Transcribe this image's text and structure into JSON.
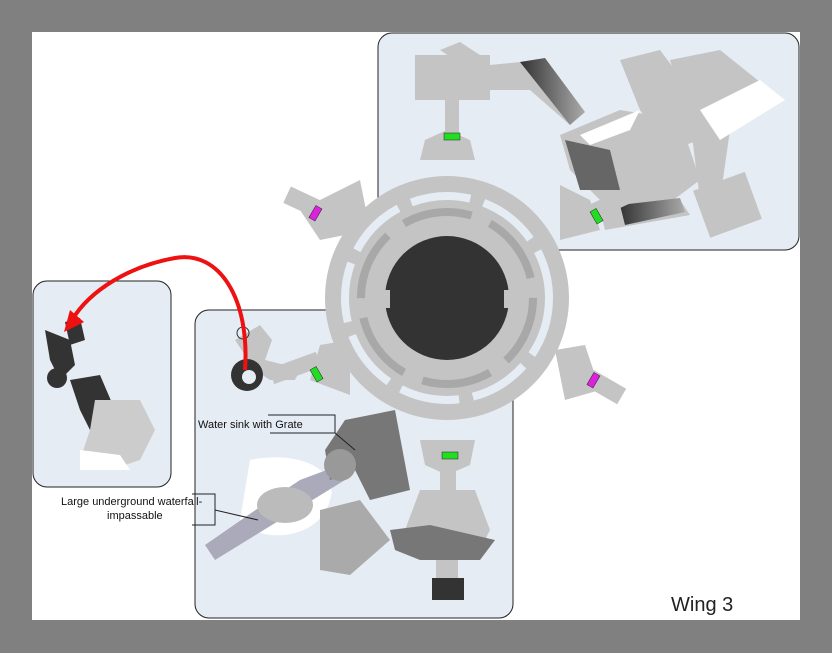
{
  "labels": {
    "water_sink": "Water sink with Grate",
    "waterfall_line1": "Large underground waterfall-",
    "waterfall_line2": "impassable",
    "wing": "Wing 3"
  },
  "colors": {
    "frame": "#808080",
    "panel": "#e6ecf4",
    "corridor": "#c4c4c4",
    "hub_center": "#333333",
    "door_green": "#22dd22",
    "door_magenta": "#dd22dd",
    "arrow": "#ee1111"
  }
}
